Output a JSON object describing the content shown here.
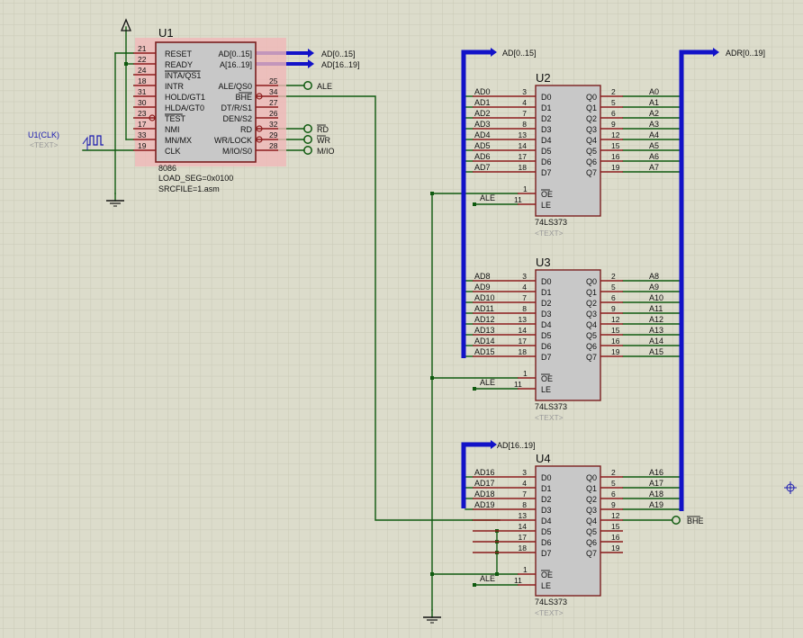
{
  "colors": {
    "background": "#dcdccb",
    "grid": "#c9c9b6",
    "chip_fill": "#c8c8c8",
    "chip_stroke": "#7a1f1f",
    "chip_highlight": "#f0b8b8",
    "pin": "#8b1c1c",
    "wire": "#0f5a0f",
    "bus": "#1212c8",
    "text": "#111111",
    "gray_text": "#9a9a9a",
    "probe_text": "#1a1ab0"
  },
  "u1": {
    "ref": "U1",
    "part": "8086",
    "props": [
      "LOAD_SEG=0x0100",
      "SRCFILE=1.asm"
    ],
    "left_pins": [
      {
        "num": "21",
        "name": "RESET"
      },
      {
        "num": "22",
        "name": "READY"
      },
      {
        "num": "24",
        "name": "INTA/QS1",
        "bar": true
      },
      {
        "num": "18",
        "name": "INTR"
      },
      {
        "num": "31",
        "name": "HOLD/GT1"
      },
      {
        "num": "30",
        "name": "HLDA/GT0"
      },
      {
        "num": "23",
        "name": "TEST",
        "bar": true,
        "inv": true
      },
      {
        "num": "17",
        "name": "NMI"
      },
      {
        "num": "33",
        "name": "MN/MX"
      },
      {
        "num": "19",
        "name": "CLK"
      }
    ],
    "right_pins": [
      {
        "num": "",
        "name": "AD[0..15]",
        "net": "AD[0..15]"
      },
      {
        "num": "",
        "name": "A[16..19]",
        "net": "AD[16..19]"
      },
      {
        "num": "",
        "name": "",
        "net": ""
      },
      {
        "num": "25",
        "name": "ALE/QS0",
        "net": "ALE"
      },
      {
        "num": "34",
        "name": "BHE",
        "bar": true,
        "inv": true,
        "net": ""
      },
      {
        "num": "27",
        "name": "DT/R/S1",
        "net": ""
      },
      {
        "num": "26",
        "name": "DEN/S2",
        "net": ""
      },
      {
        "num": "32",
        "name": "RD",
        "inv": true,
        "net": "RD"
      },
      {
        "num": "29",
        "name": "WR/LOCK",
        "inv": true,
        "net": "WR"
      },
      {
        "num": "28",
        "name": "M/IO/S0",
        "net": "M/IO"
      }
    ]
  },
  "clock": {
    "label": "U1(CLK)",
    "sub": "<TEXT>"
  },
  "buses": {
    "ad_low": "AD[0..15]",
    "ad_high": "AD[16..19]",
    "adr": "ADR[0..19]"
  },
  "latches": [
    {
      "ref": "U2",
      "part": "74LS373",
      "text": "<TEXT>",
      "d_labels": [
        "D0",
        "D1",
        "D2",
        "D3",
        "D4",
        "D5",
        "D6",
        "D7"
      ],
      "q_labels": [
        "Q0",
        "Q1",
        "Q2",
        "Q3",
        "Q4",
        "Q5",
        "Q6",
        "Q7"
      ],
      "d_pins": [
        "3",
        "4",
        "7",
        "8",
        "13",
        "14",
        "17",
        "18"
      ],
      "q_pins": [
        "2",
        "5",
        "6",
        "9",
        "12",
        "15",
        "16",
        "19"
      ],
      "in_nets": [
        "AD0",
        "AD1",
        "AD2",
        "AD3",
        "AD4",
        "AD5",
        "AD6",
        "AD7"
      ],
      "out_nets": [
        "A0",
        "A1",
        "A2",
        "A3",
        "A4",
        "A5",
        "A6",
        "A7"
      ],
      "oe": {
        "label": "OE",
        "pin": "1"
      },
      "le": {
        "label": "LE",
        "pin": "11",
        "net": "ALE"
      }
    },
    {
      "ref": "U3",
      "part": "74LS373",
      "text": "<TEXT>",
      "d_labels": [
        "D0",
        "D1",
        "D2",
        "D3",
        "D4",
        "D5",
        "D6",
        "D7"
      ],
      "q_labels": [
        "Q0",
        "Q1",
        "Q2",
        "Q3",
        "Q4",
        "Q5",
        "Q6",
        "Q7"
      ],
      "d_pins": [
        "3",
        "4",
        "7",
        "8",
        "13",
        "14",
        "17",
        "18"
      ],
      "q_pins": [
        "2",
        "5",
        "6",
        "9",
        "12",
        "15",
        "16",
        "19"
      ],
      "in_nets": [
        "AD8",
        "AD9",
        "AD10",
        "AD11",
        "AD12",
        "AD13",
        "AD14",
        "AD15"
      ],
      "out_nets": [
        "A8",
        "A9",
        "A10",
        "A11",
        "A12",
        "A13",
        "A14",
        "A15"
      ],
      "oe": {
        "label": "OE",
        "pin": "1"
      },
      "le": {
        "label": "LE",
        "pin": "11",
        "net": "ALE"
      }
    },
    {
      "ref": "U4",
      "part": "74LS373",
      "text": "<TEXT>",
      "d_labels": [
        "D0",
        "D1",
        "D2",
        "D3",
        "D4",
        "D5",
        "D6",
        "D7"
      ],
      "q_labels": [
        "Q0",
        "Q1",
        "Q2",
        "Q3",
        "Q4",
        "Q5",
        "Q6",
        "Q7"
      ],
      "d_pins": [
        "3",
        "4",
        "7",
        "8",
        "13",
        "14",
        "17",
        "18"
      ],
      "q_pins": [
        "2",
        "5",
        "6",
        "9",
        "12",
        "15",
        "16",
        "19"
      ],
      "in_nets": [
        "AD16",
        "AD17",
        "AD18",
        "AD19",
        "",
        "",
        "",
        ""
      ],
      "out_nets": [
        "A16",
        "A17",
        "A18",
        "A19",
        "BHE",
        "",
        "",
        ""
      ],
      "oe": {
        "label": "OE",
        "pin": "1"
      },
      "le": {
        "label": "LE",
        "pin": "11",
        "net": "ALE"
      }
    }
  ]
}
